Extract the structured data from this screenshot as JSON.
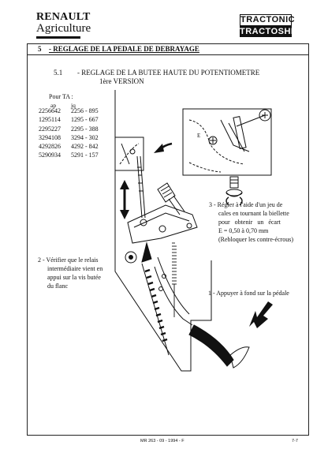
{
  "header": {
    "brand_line1": "RENAULT",
    "brand_line2": "Agriculture",
    "logo_top": "TRACTONIC",
    "logo_bottom": "TRACTOSHIFT"
  },
  "section": {
    "number": "5",
    "title": "- REGLAGE DE LA PEDALE DE DEBRAYAGE"
  },
  "subsection": {
    "number": "5.1",
    "title_line1": "-   REGLAGE DE LA BUTEE HAUTE DU POTENTIOMETRE",
    "title_line2": "1ère VERSION"
  },
  "serial_table": {
    "label": "Pour TA :",
    "col_ap": "ap",
    "col_jq": "jq",
    "ap": [
      "2256642",
      "1295114",
      "2295227",
      "3294108",
      "4292826",
      "5290934"
    ],
    "jq": [
      "2256 - 895",
      "1295 - 667",
      "2295 - 388",
      "3294 - 302",
      "4292 - 842",
      "5291 - 157"
    ]
  },
  "diagram": {
    "label_E": "E"
  },
  "notes": {
    "n3_l1": "3 - Régler à l'aide d'un jeu de",
    "n3_l2": "cales en tournant la biellette",
    "n3_l3": "pour   obtenir   un   écart",
    "n3_l4": "E = 0,50 à 0,70 mm",
    "n3_l5": "(Rebloquer les contre-écrous)",
    "n2_l1": "2 - Vérifier que le relais",
    "n2_l2": "intermédiaire vient en",
    "n2_l3": "appui sur la vis butée",
    "n2_l4": "du flanc",
    "n1": "1 - Appuyer à fond sur la pédale"
  },
  "footer": {
    "reference": "MR 263 - 09 - 1994 - F",
    "page": "7-7"
  }
}
